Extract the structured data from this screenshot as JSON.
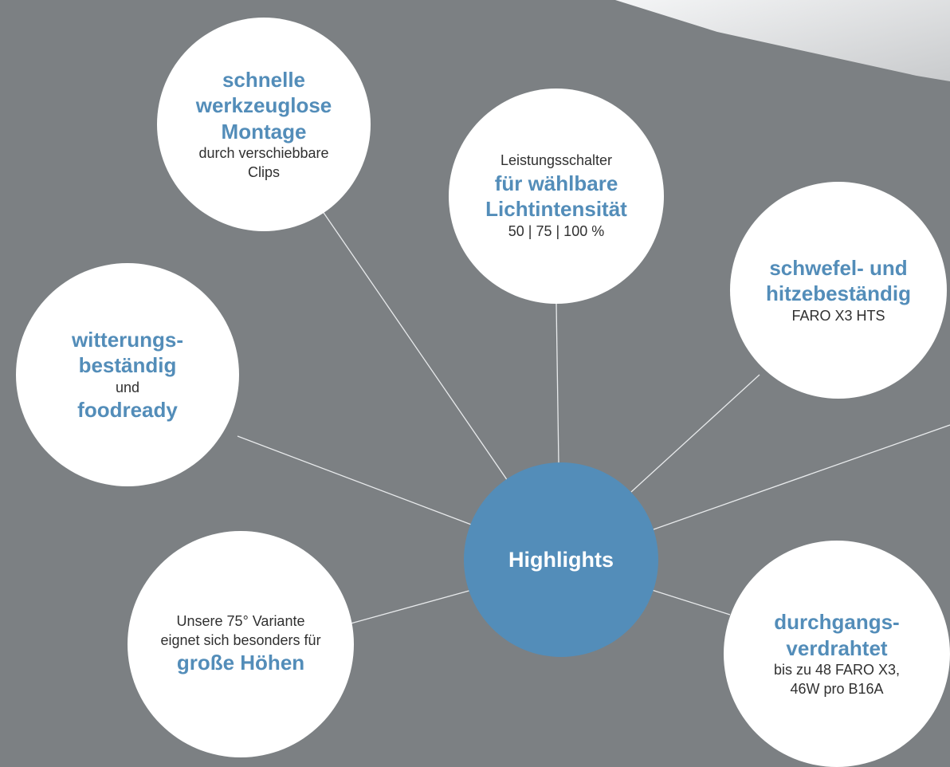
{
  "colors": {
    "background": "#7c8083",
    "accent_blue": "#538db9",
    "bubble_fill": "#ffffff",
    "connector": "#e8eaec",
    "body_text": "#303030"
  },
  "hub": {
    "label": "Highlights"
  },
  "nodes": [
    {
      "id": "montage",
      "lines": [
        {
          "text": "schnelle",
          "style": "bold"
        },
        {
          "text": "werkzeuglose",
          "style": "bold"
        },
        {
          "text": "Montage",
          "style": "bold"
        },
        {
          "text": "durch verschiebbare",
          "style": "regular"
        },
        {
          "text": "Clips",
          "style": "regular"
        }
      ]
    },
    {
      "id": "leistungsschalter",
      "lines": [
        {
          "text": "Leistungsschalter",
          "style": "regular"
        },
        {
          "text": "für wählbare",
          "style": "bold"
        },
        {
          "text": "Lichtintensität",
          "style": "bold"
        },
        {
          "text": "50 | 75 | 100 %",
          "style": "regular"
        }
      ]
    },
    {
      "id": "schwefel",
      "lines": [
        {
          "text": "schwefel- und",
          "style": "bold"
        },
        {
          "text": "hitzebeständig",
          "style": "bold"
        },
        {
          "text": "FARO X3 HTS",
          "style": "regular"
        }
      ]
    },
    {
      "id": "witterung",
      "lines": [
        {
          "text": "witterungs-",
          "style": "bold"
        },
        {
          "text": "beständig",
          "style": "bold"
        },
        {
          "text": "und",
          "style": "regular"
        },
        {
          "text": "foodready",
          "style": "bold"
        }
      ]
    },
    {
      "id": "hoehen",
      "lines": [
        {
          "text": "Unsere 75° Variante",
          "style": "regular"
        },
        {
          "text": "eignet sich besonders für",
          "style": "regular"
        },
        {
          "text": "große Höhen",
          "style": "bold"
        }
      ]
    },
    {
      "id": "verdrahtet",
      "lines": [
        {
          "text": "durchgangs-",
          "style": "bold"
        },
        {
          "text": "verdrahtet",
          "style": "bold"
        },
        {
          "text": "bis zu 48 FARO X3,",
          "style": "regular"
        },
        {
          "text": "46W pro B16A",
          "style": "regular"
        }
      ]
    }
  ]
}
